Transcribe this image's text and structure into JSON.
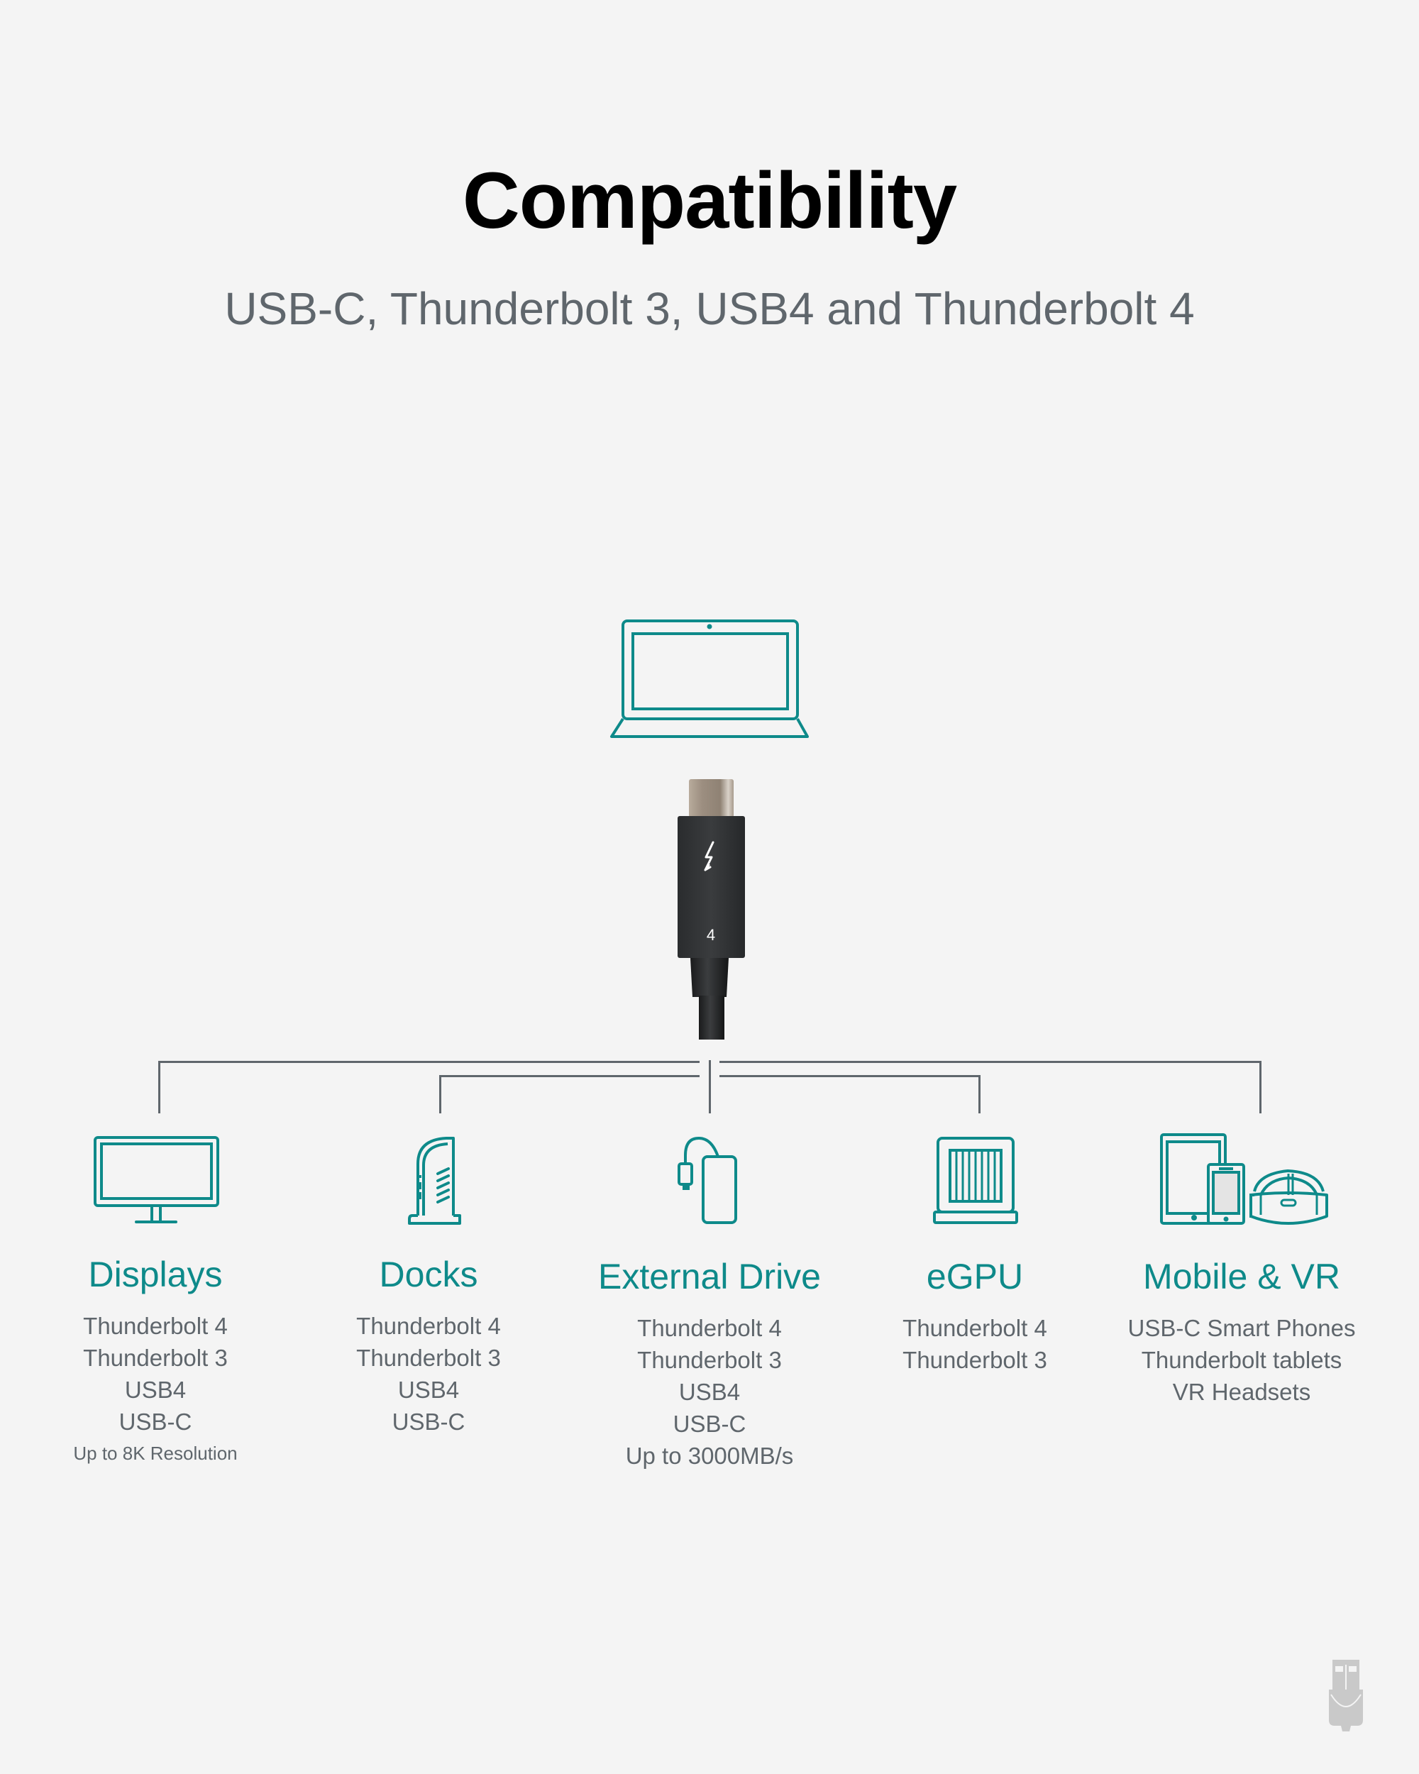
{
  "header": {
    "title": "Compatibility",
    "subtitle": "USB-C, Thunderbolt 3, USB4 and Thunderbolt 4"
  },
  "source_device": {
    "icon": "laptop-icon"
  },
  "cable": {
    "icon": "thunderbolt-cable-icon",
    "bolt_symbol": "thunderbolt-bolt",
    "version_label": "4"
  },
  "colors": {
    "accent": "#0e8a8a",
    "text_grey": "#5f666c",
    "title": "#000000",
    "background": "#f4f4f4",
    "connector_lines": "#5f666c"
  },
  "categories": [
    {
      "icon": "monitor-icon",
      "heading": "Displays",
      "lines": [
        "Thunderbolt 4",
        "Thunderbolt 3",
        "USB4",
        "USB-C"
      ],
      "note": "Up to 8K Resolution"
    },
    {
      "icon": "dock-icon",
      "heading": "Docks",
      "lines": [
        "Thunderbolt 4",
        "Thunderbolt 3",
        "USB4",
        "USB-C"
      ],
      "note": ""
    },
    {
      "icon": "external-drive-icon",
      "heading": "External Drive",
      "lines": [
        "Thunderbolt 4",
        "Thunderbolt 3",
        "USB4",
        "USB-C",
        "Up to 3000MB/s"
      ],
      "note": ""
    },
    {
      "icon": "egpu-icon",
      "heading": "eGPU",
      "lines": [
        "Thunderbolt 4",
        "Thunderbolt 3"
      ],
      "note": ""
    },
    {
      "icon": "mobile-vr-icon",
      "heading": "Mobile & VR",
      "lines": [
        "USB-C Smart Phones",
        "Thunderbolt tablets",
        "VR Headsets"
      ],
      "note": ""
    }
  ],
  "footer": {
    "logo": "usb-smiley-logo-icon"
  }
}
